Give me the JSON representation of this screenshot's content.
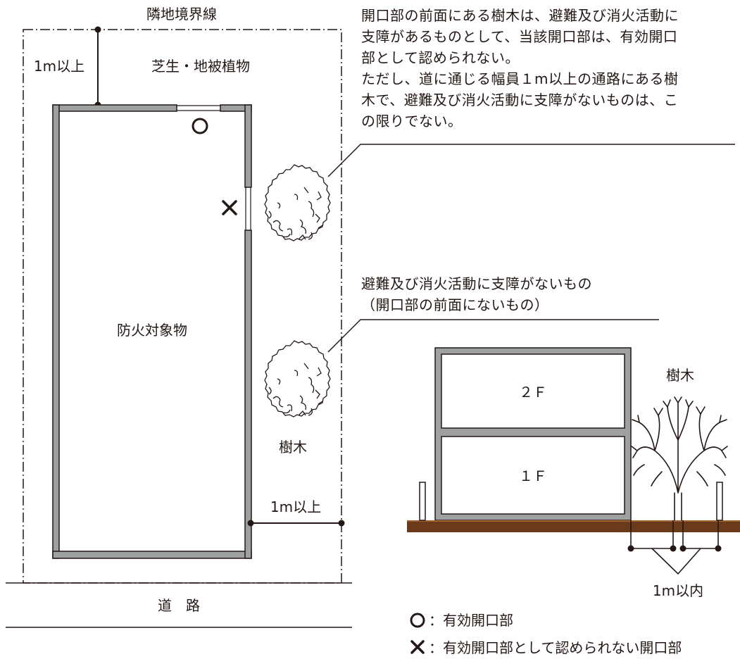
{
  "site_plan": {
    "boundary_label": "隣地境界線",
    "lawn_label": "芝生・地被植物",
    "top_clearance_label": "1m以上",
    "building_label": "防火対象物",
    "tree_label": "樹木",
    "side_clearance_label": "1m以上",
    "road_label": "道　路",
    "valid_opening_mark": "○",
    "invalid_opening_mark": "×"
  },
  "notes": {
    "obstruction_note": [
      "開口部の前面にある樹木は、避難及び消火活動に",
      "支障があるものとして、当該開口部は、有効開口",
      "部として認められない。",
      "ただし、道に通じる幅員１m以上の通路にある樹",
      "木で、避難及び消火活動に支障がないものは、こ",
      "の限りでない。"
    ],
    "no_obstruction_note": [
      "避難及び消火活動に支障がないもの",
      "（開口部の前面にないもの）"
    ]
  },
  "section": {
    "floor_upper": "２Ｆ",
    "floor_lower": "１Ｆ",
    "tree_label": "樹木",
    "distance_label": "1m以内"
  },
  "legend": [
    {
      "symbol": "○",
      "text": "：有効開口部"
    },
    {
      "symbol": "×",
      "text": "：有効開口部として認められない開口部"
    }
  ],
  "colors": {
    "wall_fill": "#9fa0a0",
    "line": "#231815",
    "ground": "#6b3a1a"
  }
}
